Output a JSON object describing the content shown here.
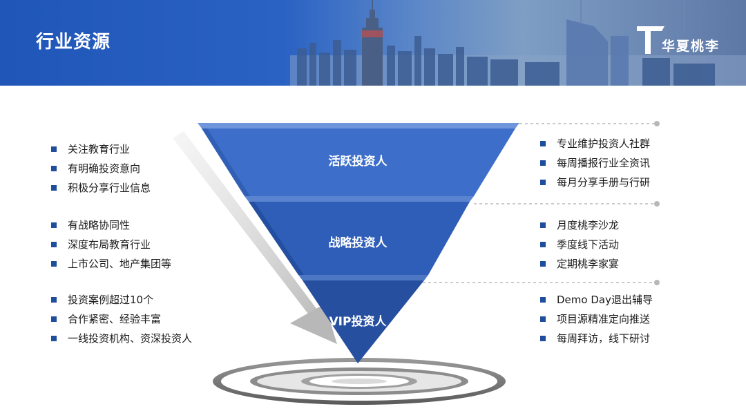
{
  "header": {
    "title": "行业资源",
    "logo_text": "华夏桃李",
    "accent_color": "#1f56b8"
  },
  "tiers": [
    {
      "label": "活跃投资人",
      "color": "#3d6fca",
      "left_items": [
        "关注教育行业",
        "有明确投资意向",
        "积极分享行业信息"
      ],
      "right_items": [
        "专业维护投资人社群",
        "每周播报行业全资讯",
        "每月分享手册与行研"
      ]
    },
    {
      "label": "战略投资人",
      "color": "#2f5eb8",
      "left_items": [
        "有战略协同性",
        "深度布局教育行业",
        "上市公司、地产集团等"
      ],
      "right_items": [
        "月度桃李沙龙",
        "季度线下活动",
        "定期桃李家宴"
      ]
    },
    {
      "label": "VIP投资人",
      "color": "#274f9f",
      "left_items": [
        "投资案例超过10个",
        "合作紧密、经验丰富",
        "一线投资机构、资深投资人"
      ],
      "right_items": [
        "Demo Day退出辅导",
        "项目源精准定向推送",
        "每周拜访，线下研讨"
      ]
    }
  ],
  "icons": {
    "bullet": "square-bullet-icon",
    "logo": "t-logo-icon"
  }
}
